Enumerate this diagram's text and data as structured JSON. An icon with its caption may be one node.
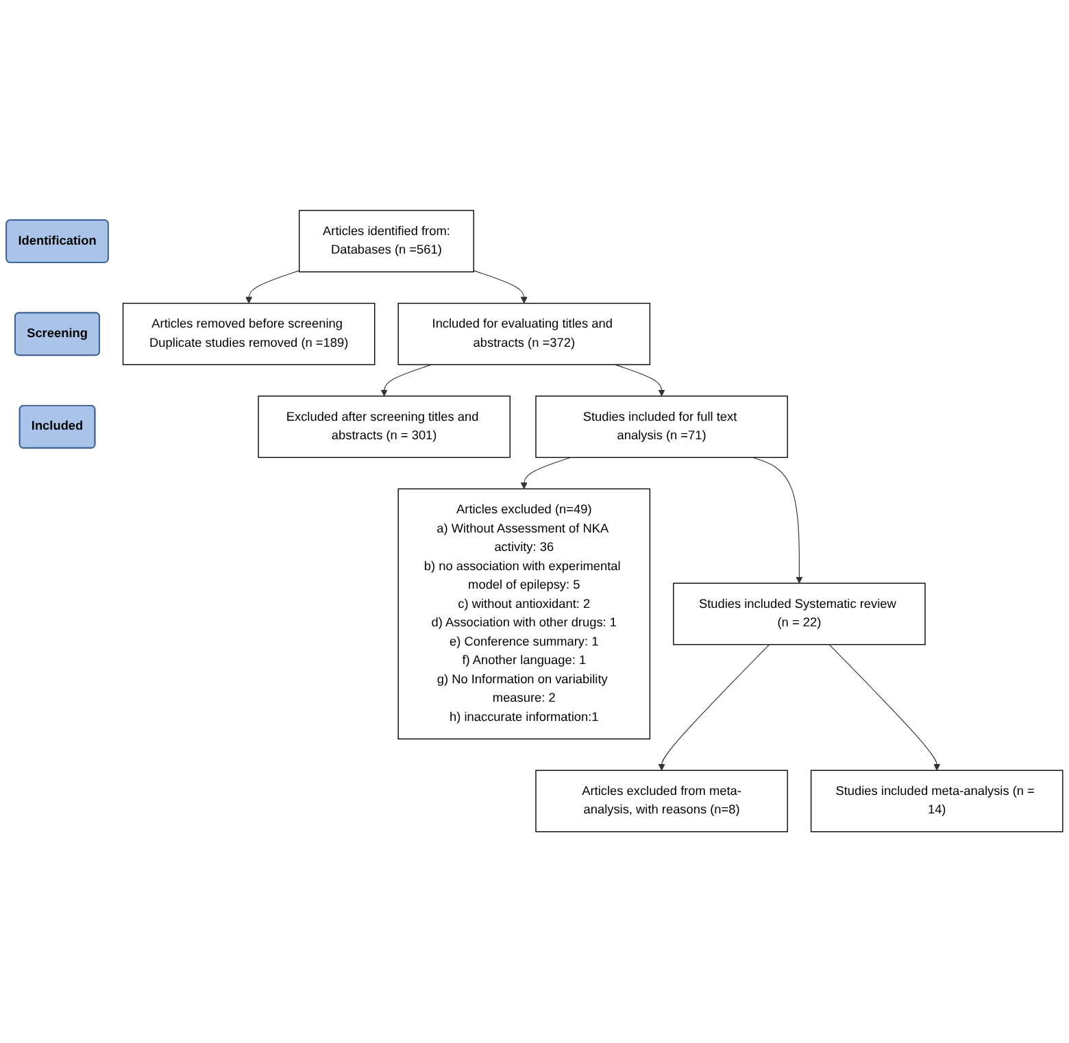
{
  "diagram": {
    "nodes": [
      {
        "text": [
          "Identification"
        ]
      },
      {
        "text": [
          "Screening"
        ]
      },
      {
        "text": [
          "Included"
        ]
      },
      {
        "text": [
          "Articles identified from:",
          "Databases (n =561)"
        ]
      },
      {
        "text": [
          "Articles removed before screening Duplicate studies removed (n =189)"
        ]
      },
      {
        "text": [
          "Included for evaluating titles and abstracts (n =372)"
        ]
      },
      {
        "text": [
          "Excluded after screening titles and abstracts (n = 301)"
        ]
      },
      {
        "text": [
          "Studies included for full text analysis (n =71)"
        ]
      },
      {
        "text": [
          "Articles excluded (n=49)",
          "a) Without Assessment of NKA activity: 36",
          "b) no association with experimental model of epilepsy: 5",
          "c) without antioxidant: 2",
          "d) Association with other drugs: 1",
          "e) Conference summary: 1",
          "f) Another language: 1",
          "g) No Information on variability measure: 2",
          "h) inaccurate information:1"
        ]
      },
      {
        "text": [
          "Studies included Systematic review (n = 22)"
        ]
      },
      {
        "text": [
          "Articles excluded from meta-analysis, with reasons (n=8)"
        ]
      },
      {
        "text": [
          "Studies included meta-analysis (n = 14)"
        ]
      }
    ],
    "edges": [
      {
        "from": 3,
        "to": 4,
        "arrow": "to"
      },
      {
        "from": 3,
        "to": 5,
        "arrow": "to"
      },
      {
        "from": 5,
        "to": 6,
        "arrow": "to"
      },
      {
        "from": 5,
        "to": 7,
        "arrow": "to"
      },
      {
        "from": 7,
        "to": 8,
        "arrow": "to"
      },
      {
        "from": 7,
        "to": 9,
        "arrow": "to"
      },
      {
        "from": 9,
        "to": 10,
        "arrow": "to"
      },
      {
        "from": 9,
        "to": 11,
        "arrow": "to"
      }
    ]
  }
}
